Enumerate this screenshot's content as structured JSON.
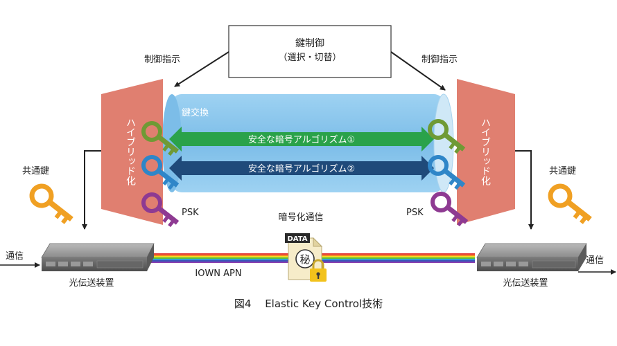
{
  "control": {
    "title": "鍵制御",
    "subtitle": "（選択・切替）"
  },
  "labels": {
    "instruction_left": "制御指示",
    "instruction_right": "制御指示",
    "key_exchange": "鍵交換",
    "hybrid_left": "ハイブリッド化",
    "hybrid_right": "ハイブリッド化",
    "shared_key_left": "共通鍵",
    "shared_key_right": "共通鍵",
    "psk_left": "PSK",
    "psk_right": "PSK",
    "algo1": "安全な暗号アルゴリズム①",
    "algo2": "安全な暗号アルゴリズム②",
    "encrypted_comm": "暗号化通信",
    "data_tag": "DATA",
    "secret_char": "秘",
    "network": "IOWN APN",
    "comm_left": "通信",
    "comm_right": "通信",
    "device_left": "光伝送装置",
    "device_right": "光伝送装置",
    "caption": "図4　 Elastic Key Control技術"
  },
  "colors": {
    "hybrid": "#e07f70",
    "tube": "#85c3ea",
    "algo1": "#2aa24a",
    "algo2": "#1f4a7a",
    "key_green": "#6f9a35",
    "key_blue": "#2f86c8",
    "key_purple": "#8e3a92",
    "key_orange": "#f0a023"
  }
}
